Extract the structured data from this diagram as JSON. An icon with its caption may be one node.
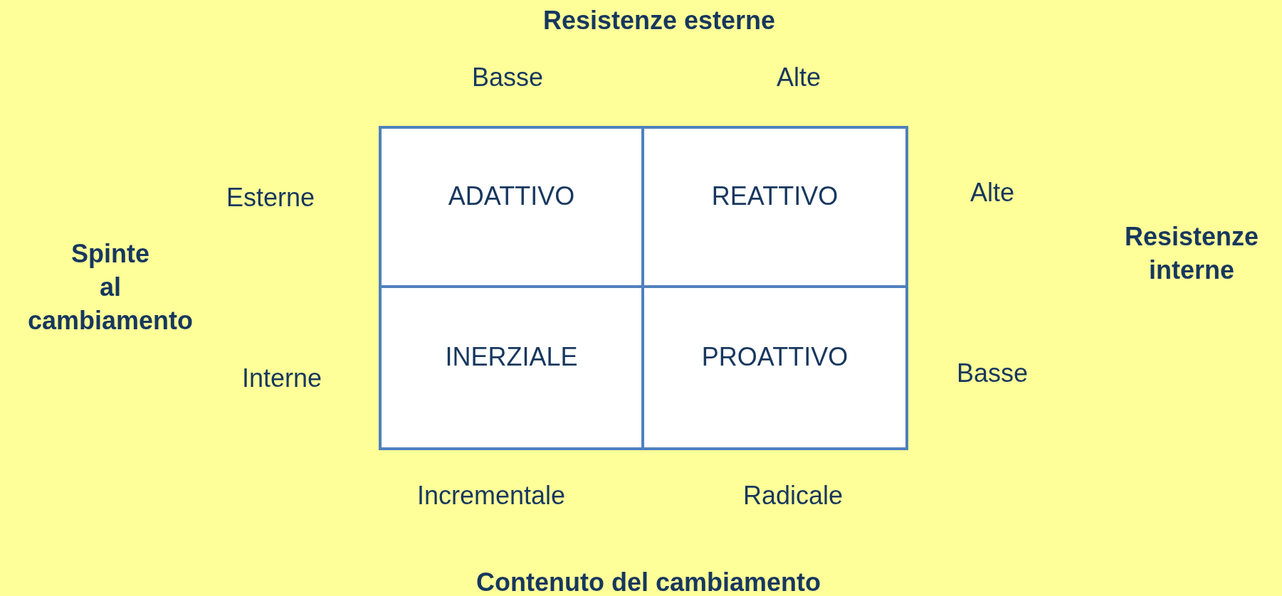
{
  "diagram": {
    "nodes": [
      {
        "text": [
          "ADATTIVO"
        ]
      },
      {
        "text": [
          "REATTIVO"
        ]
      },
      {
        "text": [
          "INERZIALE"
        ]
      },
      {
        "text": [
          "PROATTIVO"
        ]
      }
    ],
    "labels": [
      "Resistenze esterne",
      "Basse",
      "Alte",
      "Esterne",
      "Alte",
      "Spinte al cambiamento",
      "Resistenze interne",
      "Interne",
      "Basse",
      "Incrementale",
      "Radicale",
      "Contenuto del cambiamento"
    ]
  }
}
